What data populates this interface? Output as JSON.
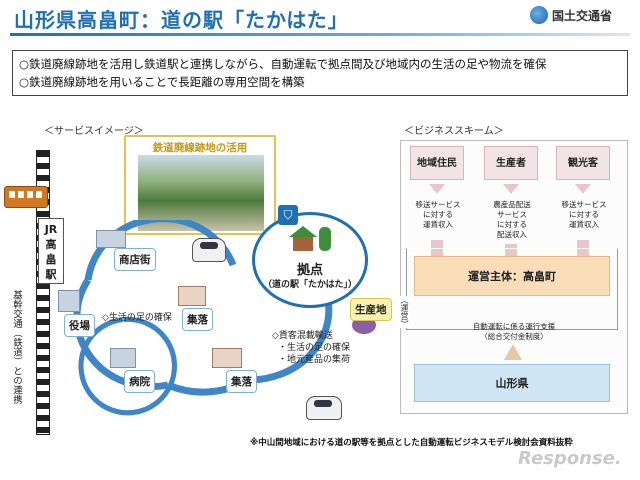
{
  "header": {
    "title": "山形県高畠町：道の駅「たかはた」",
    "logo_text": "国土交通省"
  },
  "summary": {
    "line1": "○鉄道廃線跡地を活用し鉄道駅と連携しながら、自動運転で拠点間及び地域内の生活の足や物流を確保",
    "line2": "○鉄道廃線跡地を用いることで長距離の専用空間を構築"
  },
  "service": {
    "heading": "＜サービスイメージ＞",
    "photo_caption": "鉄道廃線跡地の活用",
    "jr_station": "JR\n高\n畠\n駅",
    "trunk_label": "基幹交通（鉄道）との連携",
    "nodes": {
      "shopping": "商店街",
      "office": "役場",
      "hospital": "病院",
      "village1": "集落",
      "village2": "集落",
      "producer": "生産地"
    },
    "life_note": "◇生活の足の確保",
    "hub_label": "拠点",
    "hub_sub": "（道の駅「たかはた」）",
    "hub_notes": [
      "◇貨客混載輸送",
      "・生活の足の確保",
      "・地元産品の集荷"
    ]
  },
  "business": {
    "heading": "＜ビジネススキーム＞",
    "parties": [
      "地域住民",
      "生産者",
      "観光客"
    ],
    "payments": [
      [
        "移送サービス",
        "に対する",
        "運賃収入"
      ],
      [
        "農産品配送",
        "サービス",
        "に対する",
        "配送収入"
      ],
      [
        "移送サービス",
        "に対する",
        "運賃収入"
      ]
    ],
    "operator": "運営主体：高畠町",
    "bracket_label": "（運営）",
    "support_note": [
      "自動運転に係る運行支援",
      "（総合交付金制度）"
    ],
    "prefecture": "山形県"
  },
  "footer": {
    "source": "※中山間地域における道の駅等を拠点とした自動運転ビジネスモデル検討会資料抜粋",
    "watermark": "Response."
  },
  "colors": {
    "title_blue": "#1f6fb5",
    "operator_orange": "#f8ddb8",
    "prefecture_blue": "#cfe5f3",
    "party_pink": "#f2e3e6",
    "photo_frame": "#e6c14b"
  }
}
